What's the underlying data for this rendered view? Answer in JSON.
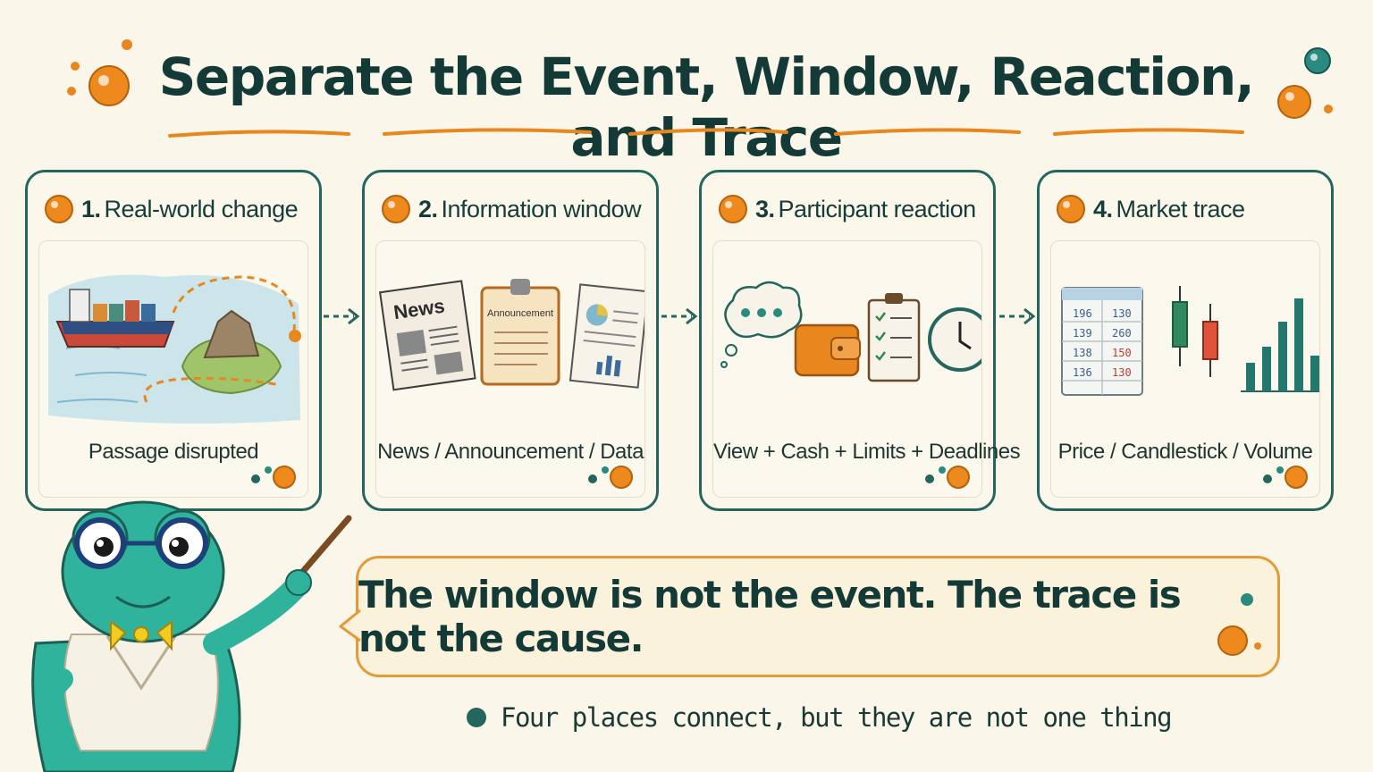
{
  "title": "Separate the Event, Window, Reaction, and Trace",
  "steps": [
    {
      "number": "1.",
      "label": "Real-world change",
      "caption": "Passage disrupted",
      "icon": "ship-island-icon"
    },
    {
      "number": "2.",
      "label": "Information window",
      "caption": "News / Announcement / Data",
      "icon": "documents-icon"
    },
    {
      "number": "3.",
      "label": "Participant reaction",
      "caption": "View + Cash + Limits + Deadlines",
      "icon": "reaction-icons"
    },
    {
      "number": "4.",
      "label": "Market trace",
      "caption": "Price / Candlestick / Volume",
      "icon": "market-icons"
    }
  ],
  "illustrations": {
    "newspaper_label": "News",
    "announcement_label": "Announcement",
    "price_table": [
      [
        "196",
        "130"
      ],
      [
        "139",
        "260"
      ],
      [
        "138",
        "150"
      ],
      [
        "136",
        "130"
      ]
    ]
  },
  "statement": "The window is not the event. The trace is not the cause.",
  "footnote": "Four places connect, but they are not one thing",
  "colors": {
    "accent_orange": "#e8871e",
    "teal": "#24665d",
    "background": "#faf6ea",
    "text": "#133a36"
  }
}
